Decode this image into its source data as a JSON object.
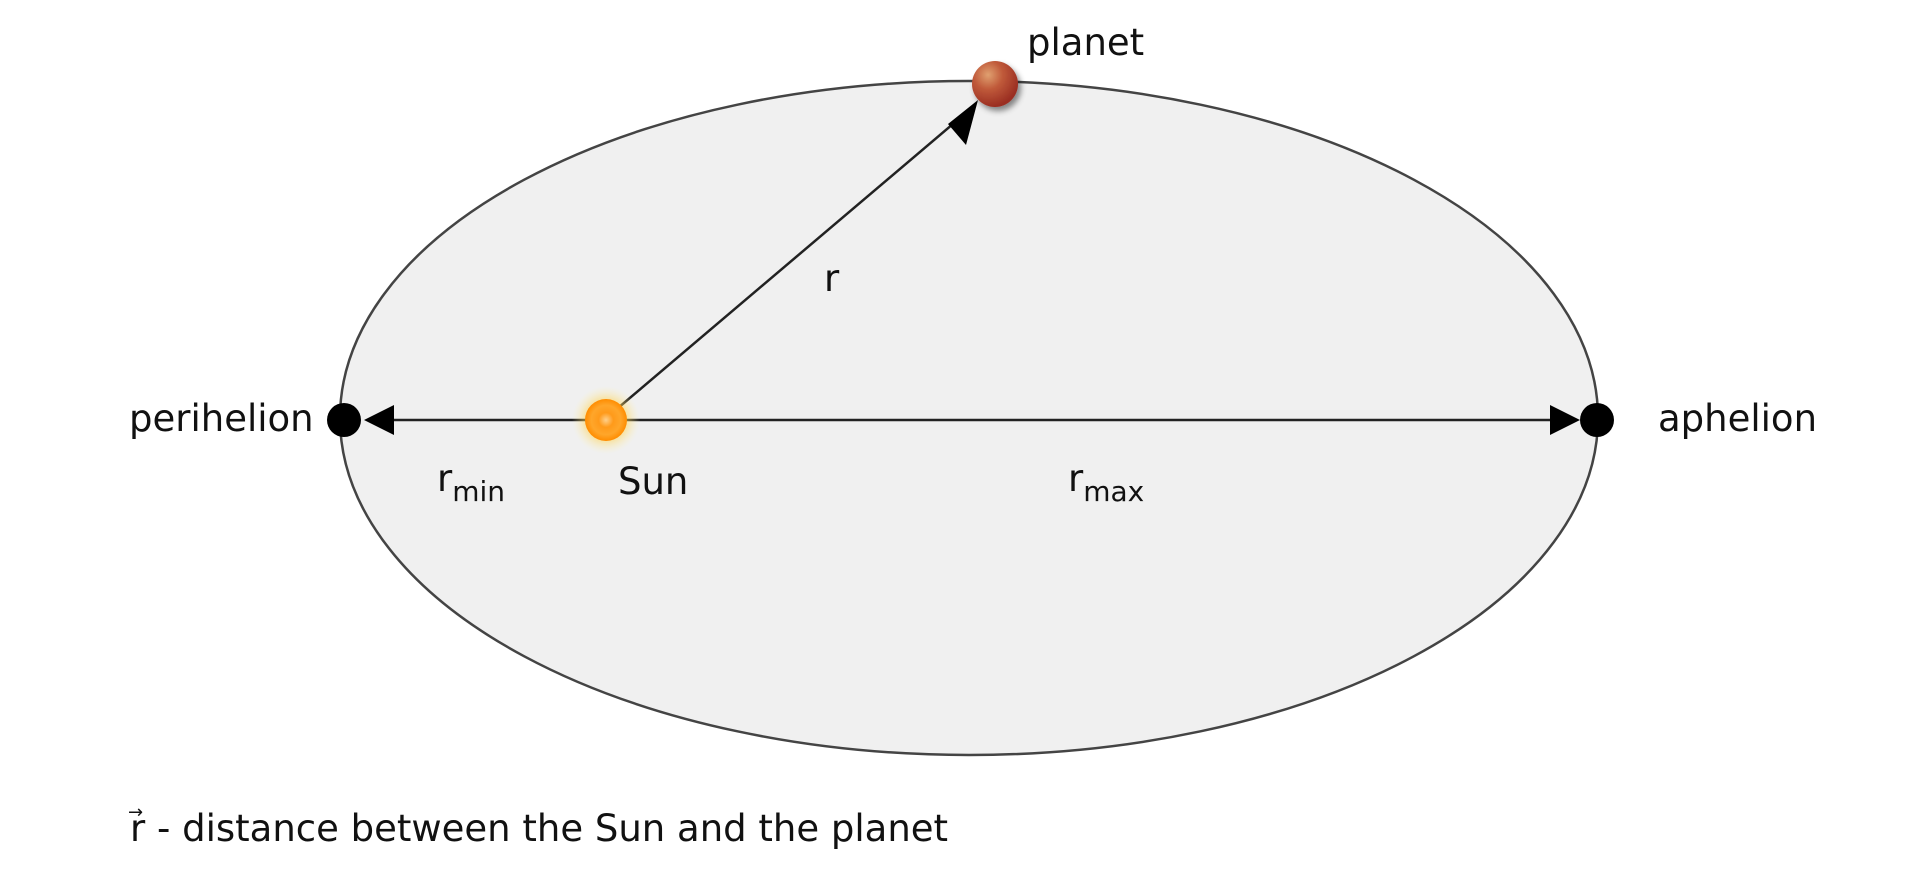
{
  "labels": {
    "planet": "planet",
    "perihelion": "perihelion",
    "aphelion": "aphelion",
    "sun": "Sun",
    "r": "r",
    "r_min_base": "r",
    "r_min_sub": "min",
    "r_max_base": "r",
    "r_max_sub": "max"
  },
  "caption": {
    "vector_symbol": "r",
    "text": " - distance between the Sun and the planet"
  },
  "colors": {
    "orbit_fill": "#f0f0f0",
    "orbit_stroke": "#444444",
    "sun_core": "#ffa500",
    "planet": "#b5452f",
    "points": "#000000"
  }
}
